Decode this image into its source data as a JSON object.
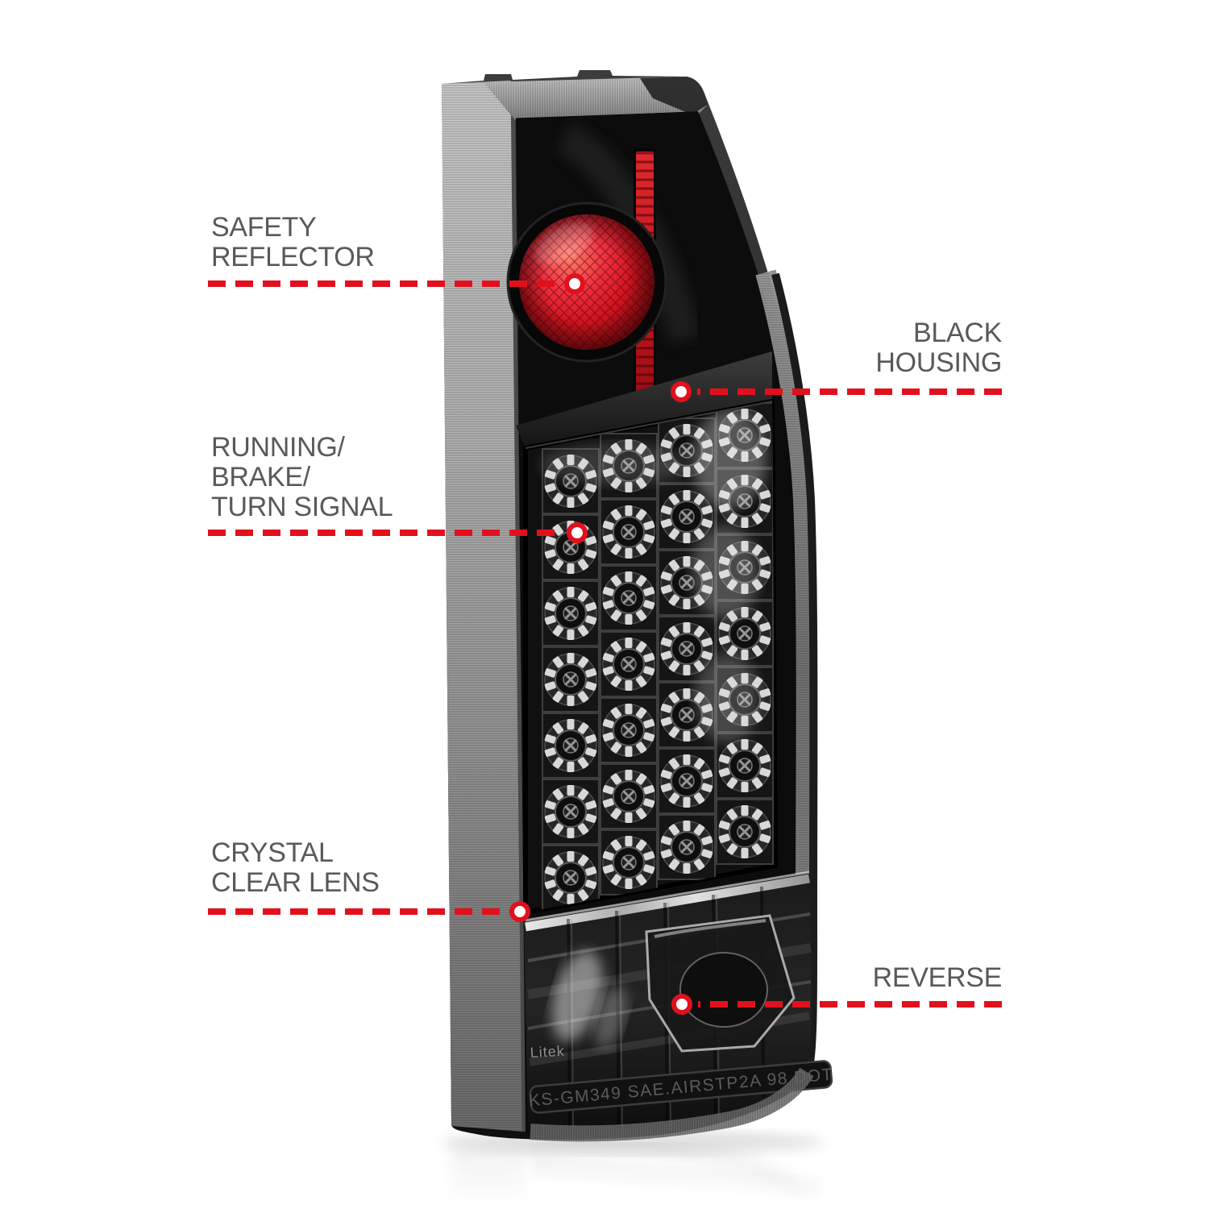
{
  "page": {
    "description": "Tail light product feature callout diagram on white background"
  },
  "colors": {
    "callout_red": "#e2101c",
    "label_gray": "#58595b",
    "reflector_red": "#d8141f",
    "housing_black": "#0c0c0c"
  },
  "callouts": [
    {
      "id": "safety-reflector",
      "side": "left",
      "lines": [
        "SAFETY",
        "REFLECTOR"
      ]
    },
    {
      "id": "black-housing",
      "side": "right",
      "lines": [
        "BLACK",
        "HOUSING"
      ]
    },
    {
      "id": "running-brake-turn-signal",
      "side": "left",
      "lines": [
        "RUNNING/",
        "BRAKE/",
        "TURN SIGNAL"
      ]
    },
    {
      "id": "crystal-clear-lens",
      "side": "left",
      "lines": [
        "CRYSTAL",
        "CLEAR LENS"
      ]
    },
    {
      "id": "reverse",
      "side": "right",
      "lines": [
        "REVERSE"
      ]
    }
  ],
  "product": {
    "brand_text": "Litek",
    "certification_text": "KS-GM349 SAE.AIRSTP2A 98 DOT"
  }
}
